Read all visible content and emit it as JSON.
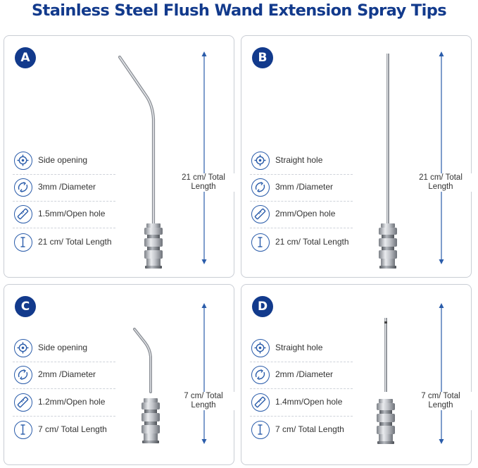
{
  "title": "Stainless Steel Flush Wand Extension Spray Tips",
  "colors": {
    "brand": "#123a8c",
    "icon": "#2a5caa",
    "border": "#c9cdd4",
    "steel": "#b8bcc2"
  },
  "panels": [
    {
      "badge": "A",
      "features": [
        {
          "icon": "target-icon",
          "label": "Side opening"
        },
        {
          "icon": "diameter-icon",
          "label": "3mm /Diameter"
        },
        {
          "icon": "ruler-icon",
          "label": "1.5mm/Open hole"
        },
        {
          "icon": "length-icon",
          "label": "21 cm/ Total Length"
        }
      ],
      "dimension": {
        "line1": "21 cm/ Total",
        "line2": "Length"
      }
    },
    {
      "badge": "B",
      "features": [
        {
          "icon": "target-icon",
          "label": "Straight hole"
        },
        {
          "icon": "diameter-icon",
          "label": "3mm /Diameter"
        },
        {
          "icon": "ruler-icon",
          "label": "2mm/Open hole"
        },
        {
          "icon": "length-icon",
          "label": "21 cm/ Total Length"
        }
      ],
      "dimension": {
        "line1": "21 cm/ Total",
        "line2": "Length"
      }
    },
    {
      "badge": "C",
      "features": [
        {
          "icon": "target-icon",
          "label": "Side opening"
        },
        {
          "icon": "diameter-icon",
          "label": "2mm /Diameter"
        },
        {
          "icon": "ruler-icon",
          "label": "1.2mm/Open hole"
        },
        {
          "icon": "length-icon",
          "label": "7 cm/ Total Length"
        }
      ],
      "dimension": {
        "line1": "7 cm/ Total",
        "line2": "Length"
      }
    },
    {
      "badge": "D",
      "features": [
        {
          "icon": "target-icon",
          "label": "Straight hole"
        },
        {
          "icon": "diameter-icon",
          "label": "2mm /Diameter"
        },
        {
          "icon": "ruler-icon",
          "label": "1.4mm/Open hole"
        },
        {
          "icon": "length-icon",
          "label": "7 cm/ Total Length"
        }
      ],
      "dimension": {
        "line1": "7 cm/ Total",
        "line2": "Length"
      }
    }
  ]
}
